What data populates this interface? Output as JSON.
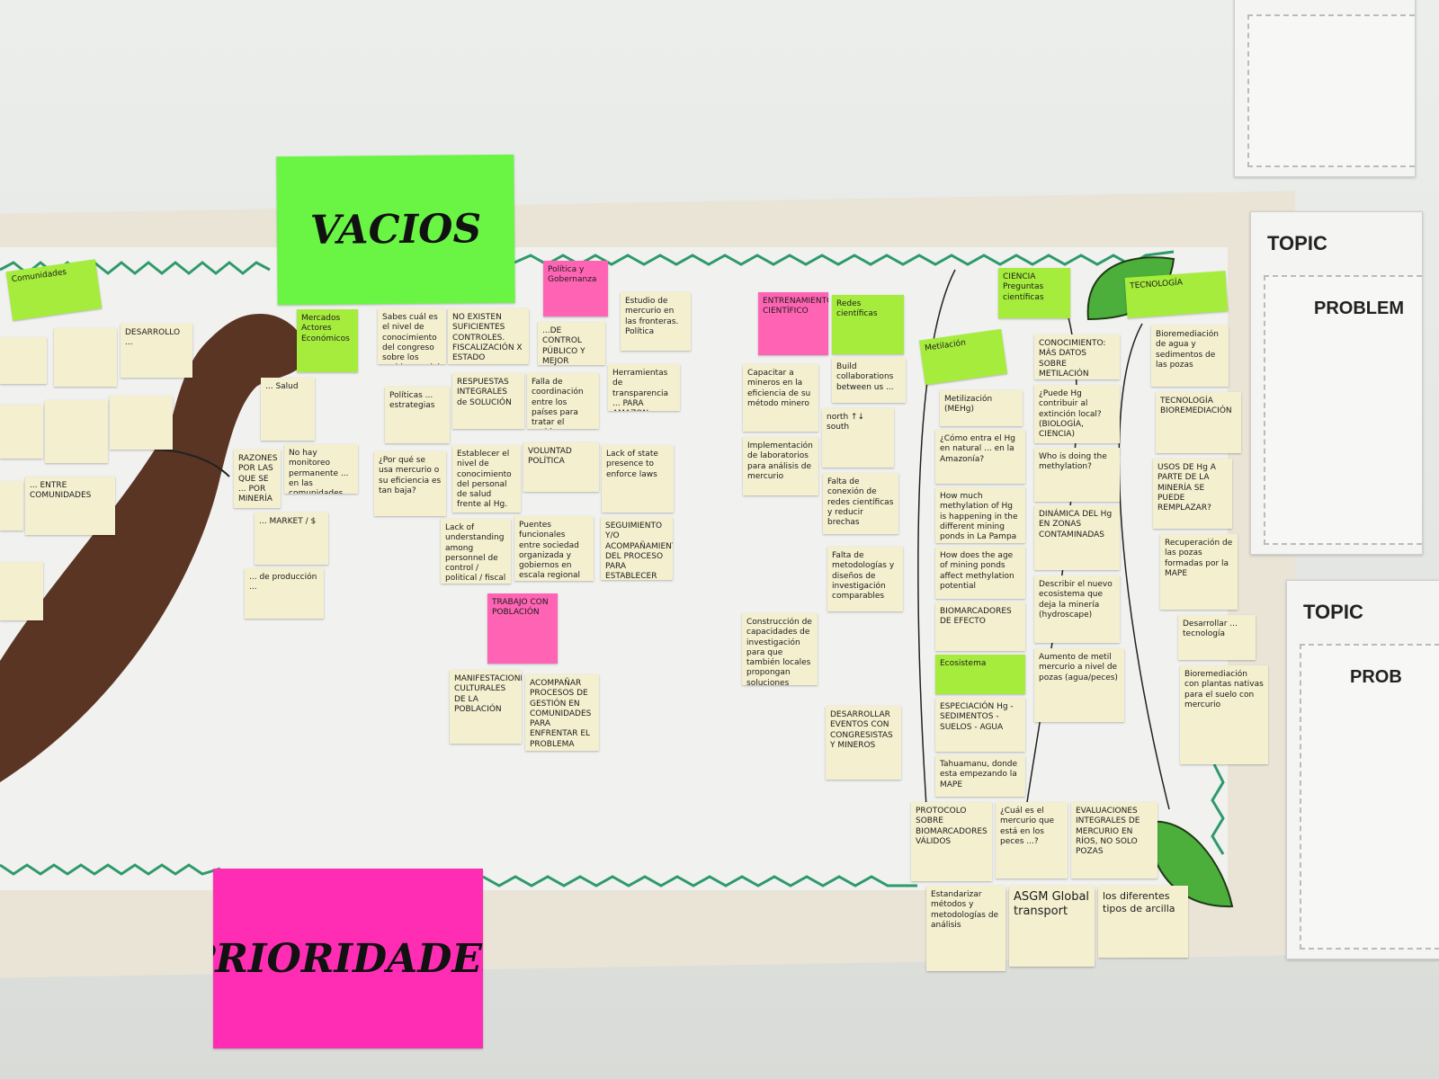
{
  "headers": {
    "vacios": "VACIOS",
    "prioridades": "PRIORIDADES"
  },
  "side_papers": [
    {
      "topic": "TOPIC",
      "problem": "PROBLEM"
    },
    {
      "topic": "TOPIC",
      "problem": "PROB"
    }
  ],
  "notes": [
    "Comunidades",
    "Mercados Actores Económicos",
    "Sabes cuál es el nivel de conocimiento del congreso sobre los problemas del mercurio",
    "NO EXISTEN SUFICIENTES CONTROLES. FISCALIZACIÓN X ESTADO",
    "Política y Gobernanza",
    "...DE CONTROL PÚBLICO Y MEJOR DIFUSIÓN",
    "Estudio de mercurio en las fronteras. Política",
    "Políticas ... estrategias",
    "RESPUESTAS INTEGRALES de SOLUCIÓN",
    "Falla de coordinación entre los países para tratar el problema",
    "Herramientas de transparencia ... PARA AMAZON",
    "¿Por qué se usa mercurio o su eficiencia es tan baja?",
    "Establecer el nivel de conocimiento del personal de salud frente al Hg.",
    "VOLUNTAD POLÍTICA",
    "Lack of state presence to enforce laws",
    "Lack of understanding among personnel de control / political / fiscal to have sustainable mining.",
    "Puentes funcionales entre sociedad organizada y gobiernos en escala regional",
    "SEGUIMIENTO Y/O ACOMPAÑAMIENTO DEL PROCESO PARA ESTABLECER LOS ECA PARA SUELO/SEDIMENTOS",
    "TRABAJO CON POBLACIÓN",
    "MANIFESTACIONES CULTURALES DE LA POBLACIÓN",
    "ACOMPAÑAR PROCESOS DE GESTIÓN EN COMUNIDADES PARA ENFRENTAR EL PROBLEMA",
    "ENTRENAMIENTO CIENTÍFICO",
    "Redes científicas",
    "Build collaborations between us ...",
    "Capacitar a mineros en la eficiencia de su método minero",
    "north ↑↓ south",
    "Implementación de laboratorios para análisis de mercurio",
    "Falta de conexión de redes científicas y reducir brechas",
    "Falta de metodologías y diseños de investigación comparables",
    "Construcción de capacidades de investigación para que también locales propongan soluciones",
    "DESARROLLAR EVENTOS CON CONGRESISTAS Y MINEROS",
    "Metilación",
    "CIENCIA Preguntas científicas",
    "CONOCIMIENTO: MÁS DATOS SOBRE METILACIÓN",
    "Metilización (MEHg)",
    "¿Cómo entra el Hg en natural ... en la Amazonía?",
    "¿Puede Hg contribuir al extinción local? (BIOLOGÍA, CIENCIA)",
    "How much methylation of Hg is happening in the different mining ponds in La Pampa",
    "Who is doing the methylation?",
    "How does the age of mining ponds affect methylation potential",
    "DINÁMICA DEL Hg EN ZONAS CONTAMINADAS",
    "BIOMARCADORES DE EFECTO",
    "Ecosistema",
    "ESPECIACIÓN Hg - SEDIMENTOS - SUELOS - AGUA",
    "Describir el nuevo ecosistema que deja la minería (hydroscape)",
    "Tahuamanu, donde esta empezando la MAPE",
    "Aumento de metil mercurio a nivel de pozas (agua/peces)",
    "PROTOCOLO SOBRE BIOMARCADORES VÁLIDOS",
    "¿Cuál es el mercurio que está en los peces ...?",
    "EVALUACIONES INTEGRALES DE MERCURIO EN RÍOS, NO SOLO POZAS",
    "Estandarizar métodos y metodologías de análisis",
    "ASGM Global transport",
    "los diferentes tipos de arcilla",
    "TECNOLOGÍA",
    "Bioremediación de agua y sedimentos de las pozas",
    "TECNOLOGÍA BIOREMEDIACIÓN",
    "USOS DE Hg A PARTE DE LA MINERÍA SE PUEDE REMPLAZAR?",
    "Recuperación de las pozas formadas por la MAPE",
    "Desarrollar ... tecnología",
    "Bioremediación con plantas nativas para el suelo con mercurio",
    "DESARROLLO ...",
    "... ENTRE COMUNIDADES",
    "... Salud",
    "RAZONES POR LAS QUE SE ... POR MINERÍA",
    "No hay monitoreo permanente ... en las comunidades",
    "... MARKET / $",
    "... de producción ... "
  ],
  "colors": {
    "green_note": "#a6ec3c",
    "pink_note": "#ff64b4",
    "yellow_note": "#f3efcf",
    "zigzag": "#2e9a6a"
  }
}
